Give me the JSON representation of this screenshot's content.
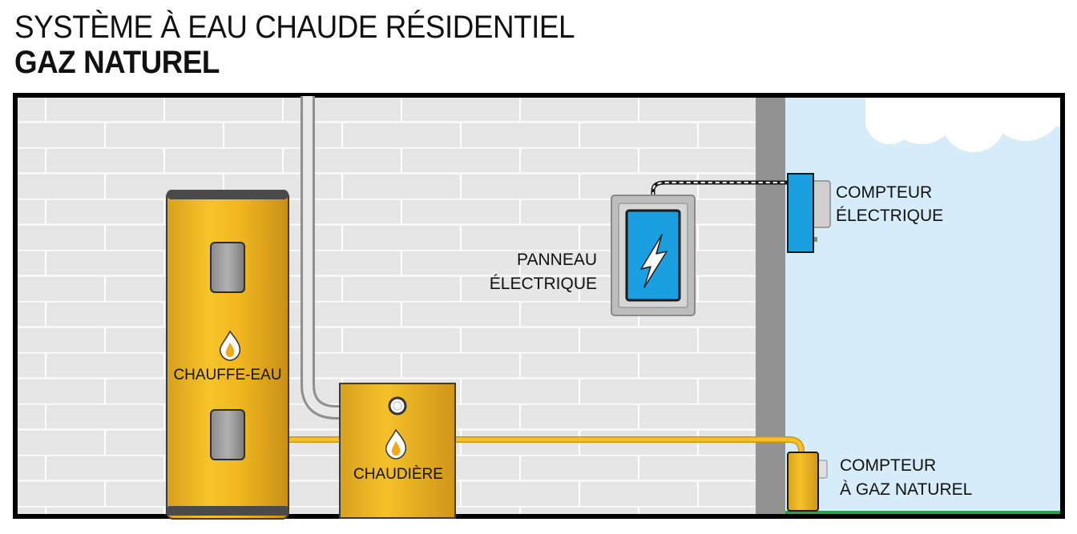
{
  "title": {
    "line1": "SYSTÈME À EAU CHAUDE RÉSIDENTIEL",
    "line2": "GAZ NATUREL"
  },
  "labels": {
    "water_heater": "CHAUFFE-EAU",
    "boiler": "CHAUDIÈRE",
    "panel_line1": "PANNEAU",
    "panel_line2": "ÉLECTRIQUE",
    "elec_meter_line1": "COMPTEUR",
    "elec_meter_line2": "ÉLECTRIQUE",
    "gas_meter_line1": "COMPTEUR",
    "gas_meter_line2": "À GAZ NATUREL"
  },
  "colors": {
    "wall": "#e6e6e6",
    "brick_line": "#ffffff",
    "outer_wall": "#929292",
    "sky": "#d6ecf8",
    "tank_yellow": "#f2b71e",
    "tank_gold": "#d39b1e",
    "panel_blue": "#1a9fe0",
    "grass": "#2aa04a",
    "pipe_gas": "#f4c12a"
  },
  "icons": [
    "flame-icon",
    "lightning-icon",
    "gauge-icon",
    "cloud-icon"
  ]
}
